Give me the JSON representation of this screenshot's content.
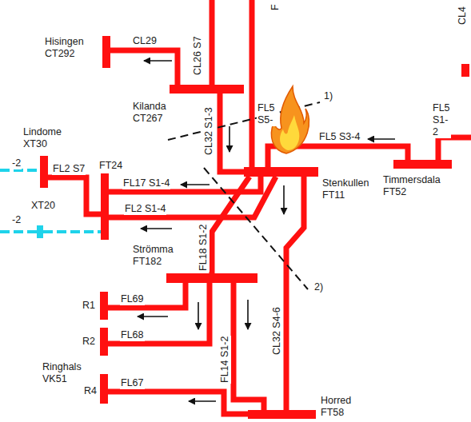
{
  "diagram": {
    "nodes": [
      {
        "text": [
          "Hisingen CT292"
        ]
      },
      {
        "text": [
          "Kilanda CT267"
        ]
      },
      {
        "text": [
          "Lindome XT30"
        ]
      },
      {
        "text": [
          "FT24"
        ]
      },
      {
        "text": [
          "XT20"
        ]
      },
      {
        "text": [
          "Stenkullen FT11"
        ]
      },
      {
        "text": [
          "Timmersdala FT52"
        ]
      },
      {
        "text": [
          "Strömma FT182"
        ]
      },
      {
        "text": [
          "R1"
        ]
      },
      {
        "text": [
          "R2"
        ]
      },
      {
        "text": [
          "Ringhals VK51",
          "R4"
        ]
      },
      {
        "text": [
          "Horred FT58"
        ]
      }
    ],
    "edges": [
      {
        "from": 0,
        "to": 1,
        "label": "CL29",
        "arrow": "none"
      },
      {
        "from": 2,
        "to": 3,
        "label": "FL2 S7",
        "arrow": "none"
      },
      {
        "from": 4,
        "to": 3,
        "arrow": "none"
      },
      {
        "from": 1,
        "to": 5,
        "label": "CL32 S1-3",
        "arrow": "none"
      },
      {
        "from": 3,
        "to": 5,
        "label": "FL17 S1-4",
        "arrow": "none"
      },
      {
        "from": 3,
        "to": 5,
        "label": "FL2 S1-4",
        "arrow": "none"
      },
      {
        "from": 6,
        "to": 5,
        "label": "FL5 S3-4",
        "arrow": "none"
      },
      {
        "from": 5,
        "to": 7,
        "label": "FL18 S1-2",
        "arrow": "none"
      },
      {
        "from": 5,
        "to": 11,
        "label": "CL32 S4-6",
        "arrow": "none"
      },
      {
        "from": 7,
        "to": 8,
        "label": "FL69",
        "arrow": "none"
      },
      {
        "from": 7,
        "to": 9,
        "label": "FL68",
        "arrow": "none"
      },
      {
        "from": 7,
        "to": 11,
        "label": "FL14 S1-2",
        "arrow": "none"
      },
      {
        "from": 10,
        "to": 11,
        "label": "FL67",
        "arrow": "none"
      }
    ],
    "labels": [
      "CL26 S7",
      "F",
      "CL4",
      "FL5 S5-",
      "FL5 S1-2",
      "-2",
      "-2",
      "1)",
      "2)"
    ]
  }
}
